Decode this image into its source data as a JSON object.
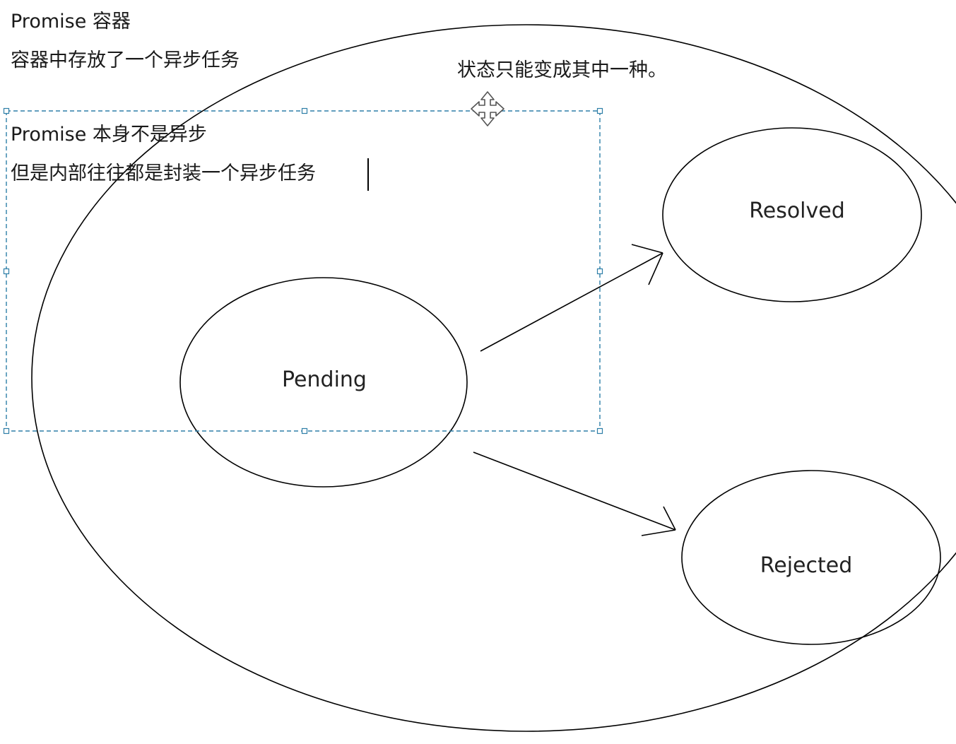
{
  "texts": {
    "container_title": "Promise 容器",
    "container_desc": "容器中存放了一个异步任务",
    "state_note": "状态只能变成其中一种。",
    "sync_note": "Promise 本身不是异步",
    "wrap_note": "但是内部往往都是封装一个异步任务"
  },
  "states": {
    "pending": "Pending",
    "resolved": "Resolved",
    "rejected": "Rejected"
  },
  "colors": {
    "stroke": "#000000",
    "selection": "#2e7fa8",
    "text": "#1a1a1a"
  },
  "icons": {
    "move_handle": "move-cross-arrows-icon"
  }
}
